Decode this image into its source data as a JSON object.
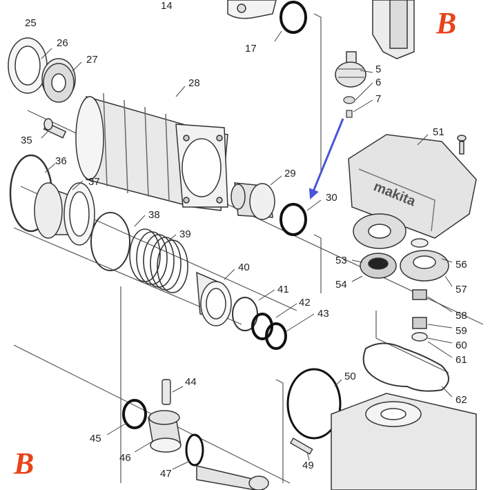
{
  "parts": [
    {
      "id": "p14",
      "label": "14"
    },
    {
      "id": "p17",
      "label": "17"
    },
    {
      "id": "p25",
      "label": "25"
    },
    {
      "id": "p26",
      "label": "26"
    },
    {
      "id": "p27",
      "label": "27"
    },
    {
      "id": "p28",
      "label": "28"
    },
    {
      "id": "p5",
      "label": "5"
    },
    {
      "id": "p6",
      "label": "6"
    },
    {
      "id": "p7",
      "label": "7"
    },
    {
      "id": "p35",
      "label": "35"
    },
    {
      "id": "p51",
      "label": "51"
    },
    {
      "id": "p36",
      "label": "36"
    },
    {
      "id": "p37",
      "label": "37"
    },
    {
      "id": "p29",
      "label": "29"
    },
    {
      "id": "p30",
      "label": "30"
    },
    {
      "id": "p38",
      "label": "38"
    },
    {
      "id": "p39",
      "label": "39"
    },
    {
      "id": "p53",
      "label": "53"
    },
    {
      "id": "p54",
      "label": "54"
    },
    {
      "id": "p56",
      "label": "56"
    },
    {
      "id": "p57",
      "label": "57"
    },
    {
      "id": "p40",
      "label": "40"
    },
    {
      "id": "p41",
      "label": "41"
    },
    {
      "id": "p42",
      "label": "42"
    },
    {
      "id": "p43",
      "label": "43"
    },
    {
      "id": "p58",
      "label": "58"
    },
    {
      "id": "p59",
      "label": "59"
    },
    {
      "id": "p60",
      "label": "60"
    },
    {
      "id": "p61",
      "label": "61"
    },
    {
      "id": "p44",
      "label": "44"
    },
    {
      "id": "p50",
      "label": "50"
    },
    {
      "id": "p62",
      "label": "62"
    },
    {
      "id": "p45",
      "label": "45"
    },
    {
      "id": "p46",
      "label": "46"
    },
    {
      "id": "p49",
      "label": "49"
    },
    {
      "id": "p47",
      "label": "47"
    }
  ],
  "brand_badge": "B",
  "housing_brand_text": "makita",
  "colors": {
    "line": "#333333",
    "arrow": "#4a55d8",
    "badge": "#e8431a",
    "oring": "#111111"
  }
}
